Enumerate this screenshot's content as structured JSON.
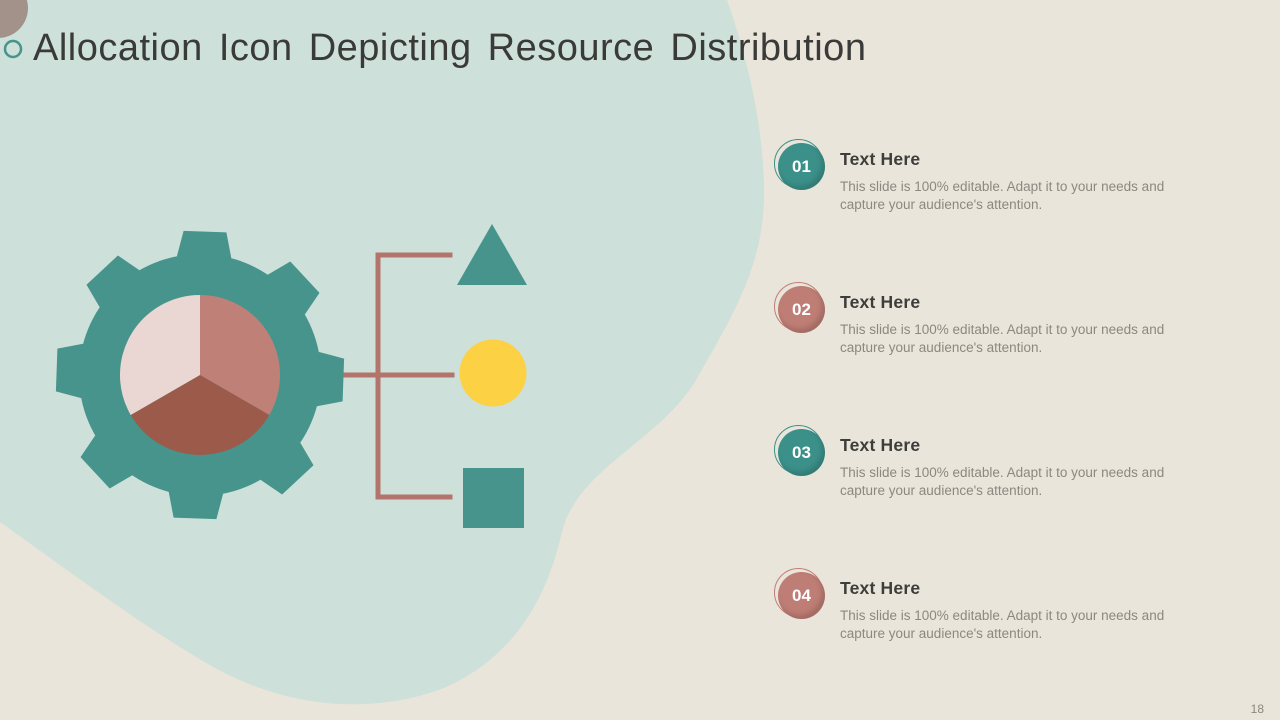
{
  "slide": {
    "title": "Allocation Icon Depicting Resource Distribution",
    "page_number": "18"
  },
  "items": [
    {
      "number": "01",
      "heading": "Text Here",
      "body": "This slide is 100% editable. Adapt it to your needs and capture your audience's attention.",
      "color": "#3b918a"
    },
    {
      "number": "02",
      "heading": "Text Here",
      "body": "This slide is 100% editable. Adapt it to your needs and capture your audience's attention.",
      "color": "#bf7e75"
    },
    {
      "number": "03",
      "heading": "Text Here",
      "body": "This slide is 100% editable. Adapt it to your needs and capture your audience's attention.",
      "color": "#3b918a"
    },
    {
      "number": "04",
      "heading": "Text Here",
      "body": "This slide is 100% editable. Adapt it to your needs and capture your audience's attention.",
      "color": "#bf7e75"
    }
  ],
  "icons": {
    "gear": "gear-icon",
    "pie": "pie-chart-icon",
    "triangle": "triangle-shape",
    "circle": "circle-shape",
    "square": "square-shape"
  },
  "colors": {
    "background": "#eae5db",
    "blob": "#cde0d9",
    "teal": "#46948b",
    "yellow": "#fcd144",
    "connector": "#b3756b",
    "pie_rose": "#bf8177",
    "pie_brick": "#9c5a4b",
    "pie_pink": "#ead7d3",
    "taupe": "#a3928a",
    "title_text": "#3a3a38",
    "heading_text": "#3d3d3b",
    "body_text": "#8a8880"
  }
}
